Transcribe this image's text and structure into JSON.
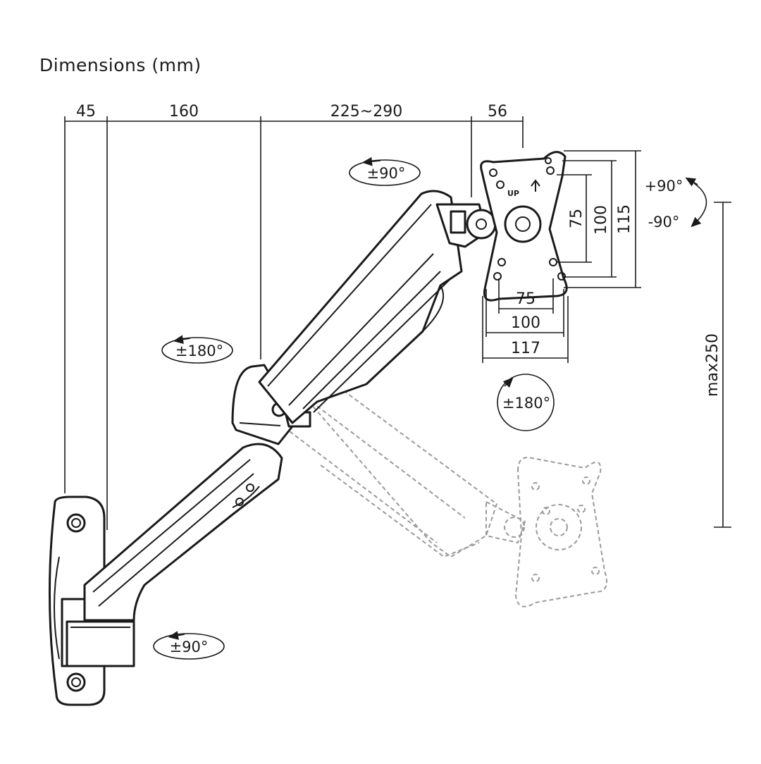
{
  "title": "Dimensions (mm)",
  "top_dimensions": {
    "d1": "45",
    "d2": "160",
    "d3": "225~290",
    "d4": "56"
  },
  "plate_dimensions": {
    "v75": "75",
    "v100": "100",
    "v115": "115",
    "h75": "75",
    "h100": "100",
    "h117": "117",
    "plate_mark": "UP"
  },
  "height_dimension": "max250",
  "rotations": {
    "head_swivel": "±90°",
    "arm_joint": "±180°",
    "head_rotate": "±180°",
    "base_swivel": "±90°",
    "tilt_up": "+90°",
    "tilt_down": "-90°"
  }
}
